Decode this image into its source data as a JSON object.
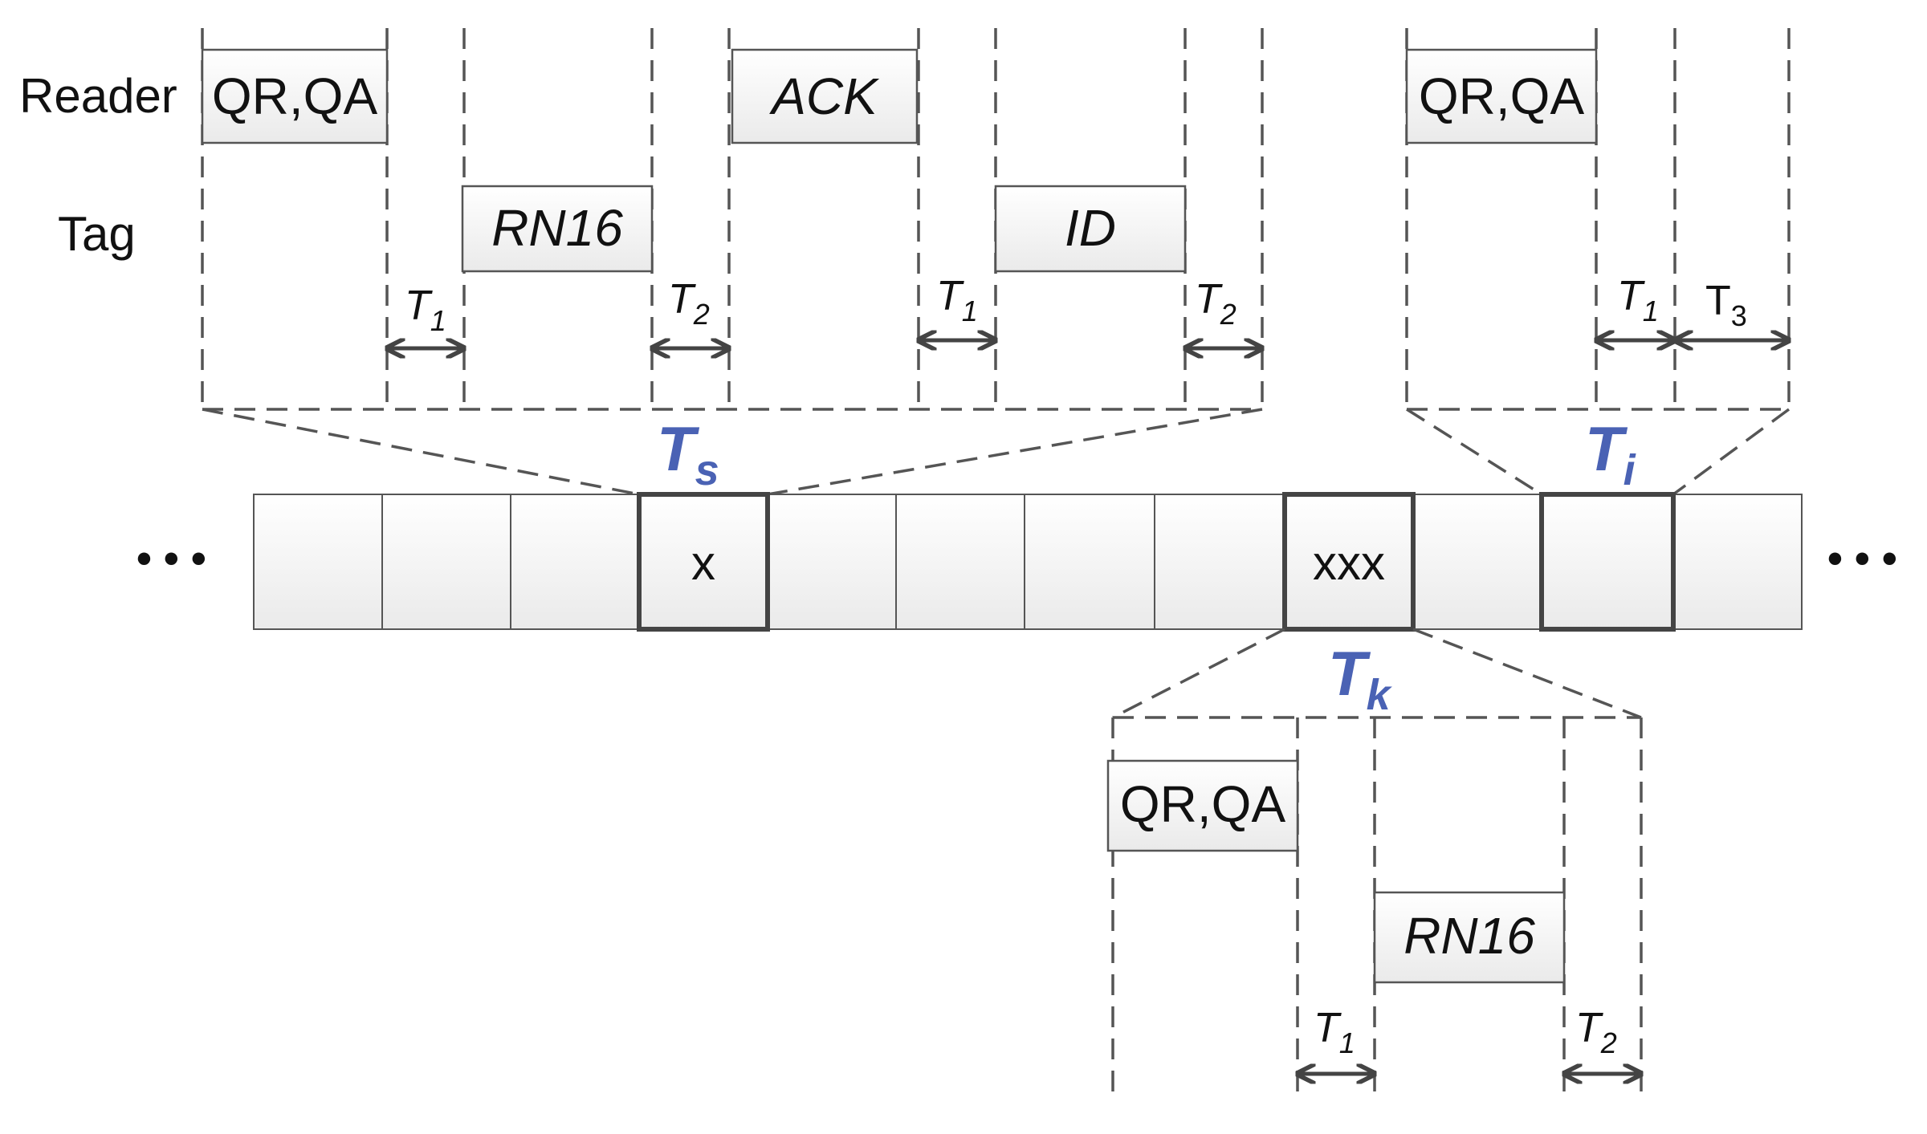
{
  "rows": {
    "reader": "Reader",
    "tag": "Tag"
  },
  "top_left": {
    "reader_msgs": [
      "QR,QA",
      "ACK"
    ],
    "tag_msgs": [
      "RN16",
      "ID"
    ],
    "intervals": [
      {
        "base": "T",
        "sub": "1"
      },
      {
        "base": "T",
        "sub": "2"
      },
      {
        "base": "T",
        "sub": "1"
      },
      {
        "base": "T",
        "sub": "2"
      }
    ]
  },
  "top_right": {
    "reader_msgs": [
      "QR,QA"
    ],
    "intervals": [
      {
        "base": "T",
        "sub": "1"
      },
      {
        "base": "T",
        "sub": "3"
      }
    ]
  },
  "bottom": {
    "reader_msgs": [
      "QR,QA"
    ],
    "tag_msgs": [
      "RN16"
    ],
    "intervals": [
      {
        "base": "T",
        "sub": "1"
      },
      {
        "base": "T",
        "sub": "2"
      }
    ]
  },
  "slots": {
    "ellipsis": "• • •",
    "labels": [
      "",
      "",
      "",
      "x",
      "",
      "",
      "",
      "",
      "xxx",
      "",
      "",
      ""
    ]
  },
  "callouts": {
    "ts": {
      "base": "T",
      "sub": "s"
    },
    "ti": {
      "base": "T",
      "sub": "i"
    },
    "tk": {
      "base": "T",
      "sub": "k"
    }
  }
}
